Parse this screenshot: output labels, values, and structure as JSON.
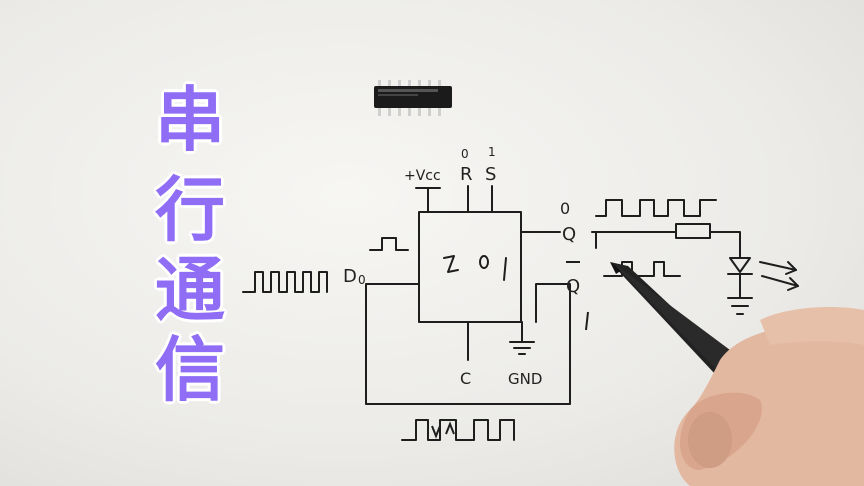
{
  "title": {
    "chars": [
      "串",
      "行",
      "通",
      "信"
    ],
    "color": "#8f6df5"
  },
  "circuit": {
    "pin_vcc": "+Vcc",
    "pin_r": "R",
    "pin_r_value": "0",
    "pin_s": "S",
    "pin_s_value": "1",
    "chip_label": "2 0 1",
    "input_d": "D",
    "input_d_value": "0",
    "output_q": "Q",
    "output_q_value": "0",
    "output_qbar": "Q",
    "pin_c": "C",
    "pin_gnd": "GND"
  },
  "icons": [
    "ic-chip-icon",
    "pen-icon",
    "hand-icon",
    "led-icon",
    "ground-icon",
    "resistor-icon"
  ]
}
